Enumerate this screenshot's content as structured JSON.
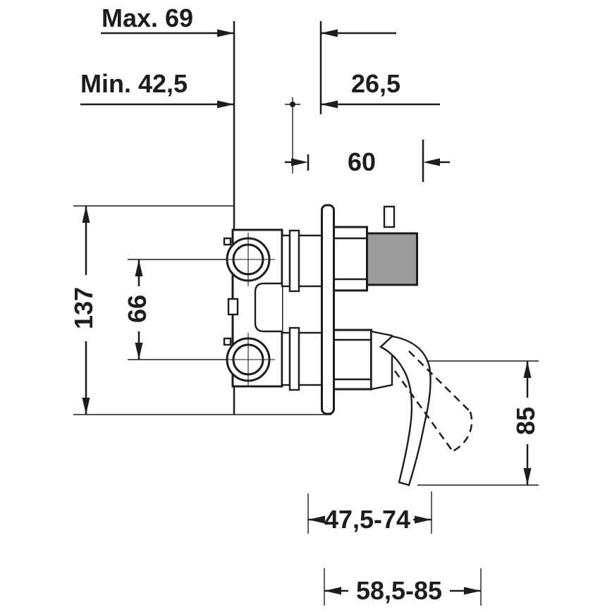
{
  "labels": {
    "max_depth": "Max. 69",
    "min_depth": "Min. 42,5",
    "dim_26_5": "26,5",
    "dim_60": "60",
    "dim_137": "137",
    "dim_66": "66",
    "dim_85": "85",
    "dim_47_5_74": "47,5-74",
    "dim_58_5_85": "58,5-85"
  },
  "colors": {
    "line": "#1d1d1b",
    "gray_fill": "#9c9c9c",
    "background": "#ffffff"
  }
}
